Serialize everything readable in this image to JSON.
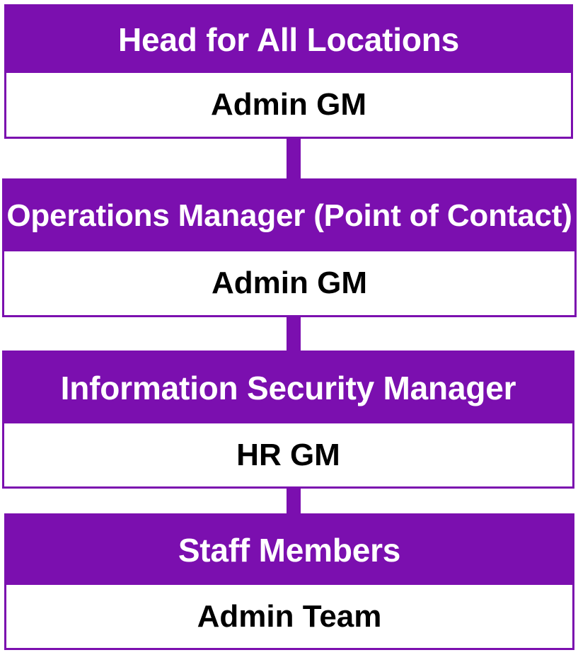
{
  "chart": {
    "type": "org-hierarchy",
    "orientation": "vertical-top-down",
    "accent_color": "#7B0FAF",
    "title_text_color": "#FFFFFF",
    "body_text_color": "#000000",
    "background_color": "#FFFFFF",
    "connector_color": "#7B0FAF",
    "levels": 4,
    "nodes": [
      {
        "level": 1,
        "role": "Head for All Locations",
        "assignee": "Admin GM"
      },
      {
        "level": 2,
        "role": "Operations Manager (Point of Contact)",
        "assignee": "Admin GM"
      },
      {
        "level": 3,
        "role": "Information Security Manager",
        "assignee": "HR GM"
      },
      {
        "level": 4,
        "role": "Staff Members",
        "assignee": "Admin Team"
      }
    ],
    "connectors": [
      {
        "from": "Head for All Locations",
        "to": "Operations Manager (Point of Contact)"
      },
      {
        "from": "Operations Manager (Point of Contact)",
        "to": "Information Security Manager"
      },
      {
        "from": "Information Security Manager",
        "to": "Staff Members"
      }
    ]
  }
}
